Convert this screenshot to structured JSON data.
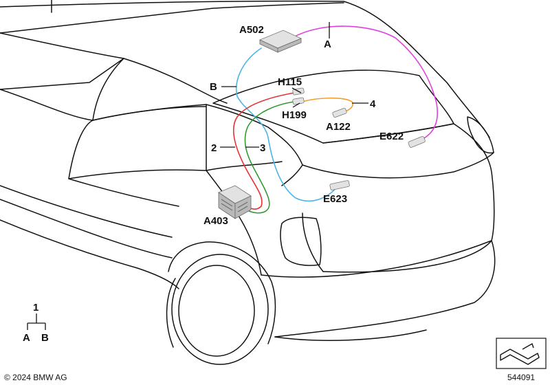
{
  "labels": {
    "A502": "A502",
    "A": "A",
    "B": "B",
    "H115": "H115",
    "H199": "H199",
    "num4": "4",
    "A122": "A122",
    "E622": "E622",
    "num2": "2",
    "num3": "3",
    "E623": "E623",
    "A403": "A403"
  },
  "legend": {
    "root": "1",
    "left": "A",
    "right": "B"
  },
  "footer": {
    "copyright": "© 2024 BMW AG",
    "diagram_id": "544091"
  },
  "wire_colors": {
    "A": "#e040e0",
    "B": "#4ab4e6",
    "2": "#e63232",
    "3": "#2e9a2e",
    "4": "#f0a030"
  },
  "icons": {
    "part_nav": "arrow-box-icon"
  }
}
